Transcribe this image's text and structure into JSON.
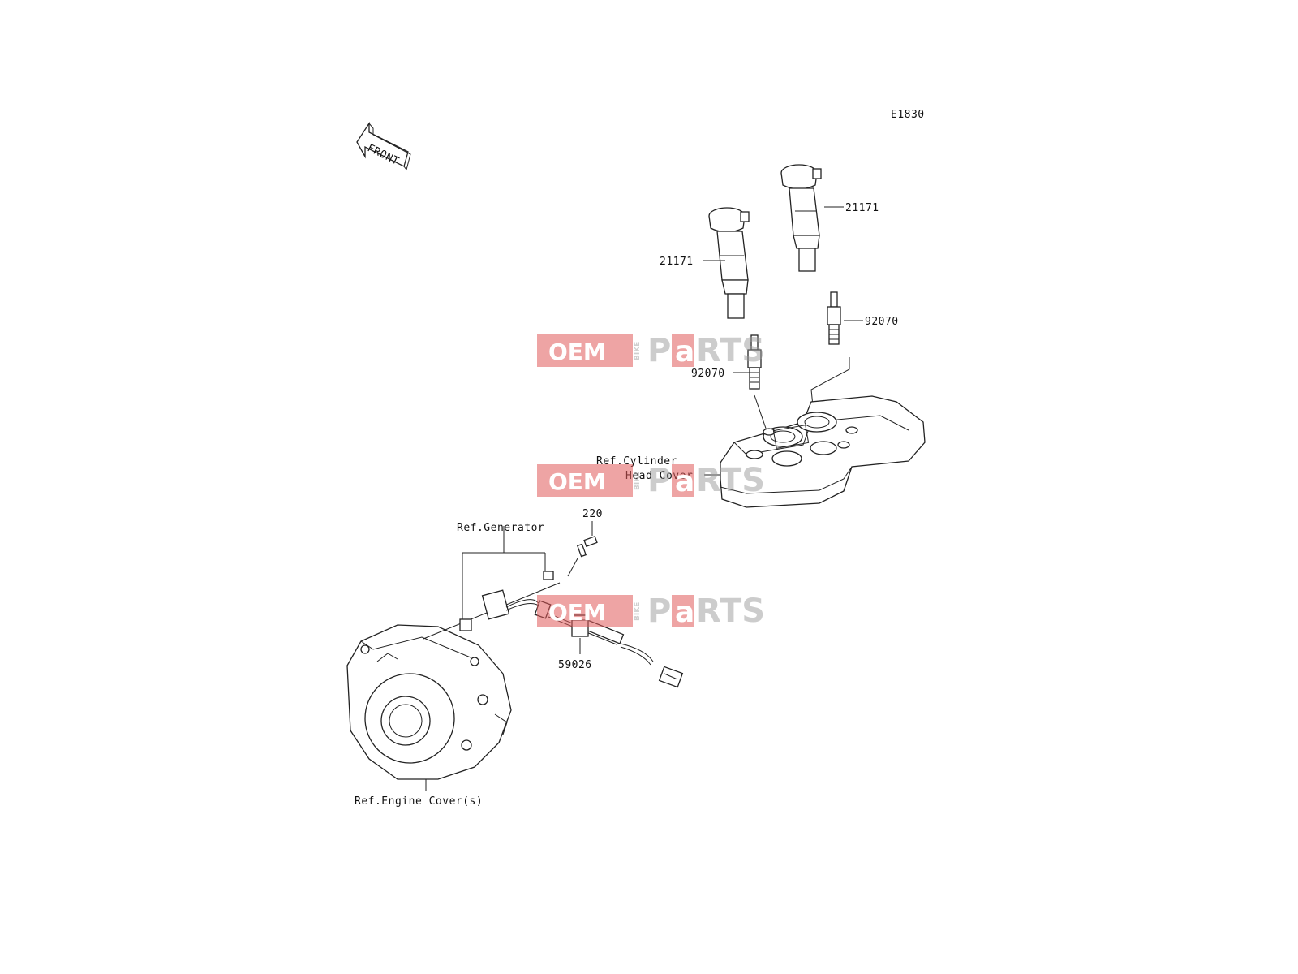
{
  "diagram_code": "E1830",
  "front_arrow": {
    "text": "FRONT",
    "icon": "front-direction-arrow-icon"
  },
  "parts": [
    {
      "id": "coil-left",
      "number": "21171"
    },
    {
      "id": "coil-right",
      "number": "21171"
    },
    {
      "id": "plug-left",
      "number": "92070"
    },
    {
      "id": "plug-right",
      "number": "92070"
    },
    {
      "id": "bolt",
      "number": "220"
    },
    {
      "id": "clamp",
      "number": "59026"
    }
  ],
  "references": {
    "cylinder_head_line1": "Ref.Cylinder",
    "cylinder_head_line2": "Head Cover",
    "generator": "Ref.Generator",
    "engine_cover": "Ref.Engine Cover(s)"
  },
  "watermark": {
    "oem": "OEM",
    "bike": "BIKE",
    "parts_p": "P",
    "parts_a": "a",
    "parts_rest": "RTS"
  },
  "colors": {
    "line": "#222222",
    "watermark_red": "#e05a5a",
    "watermark_grey": "#9a9a9a"
  }
}
